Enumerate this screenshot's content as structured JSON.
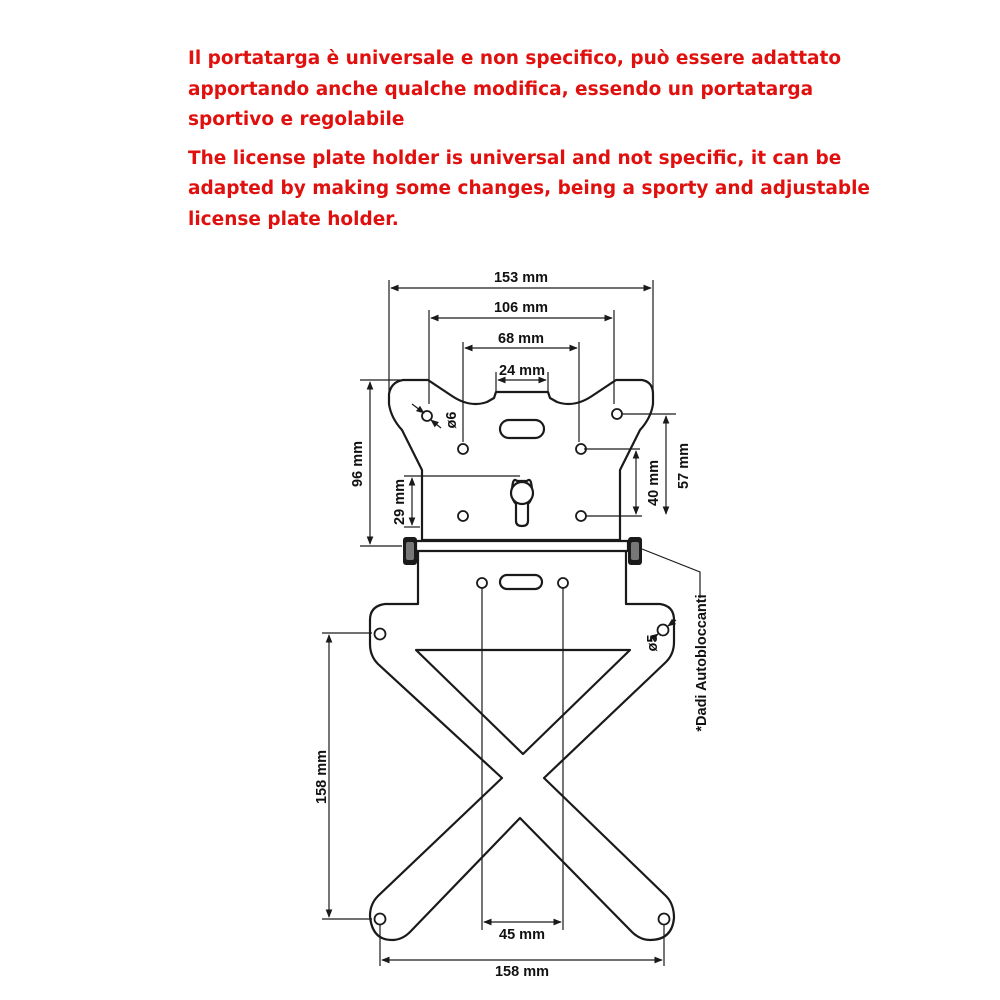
{
  "notes": {
    "italian": "Il portatarga è universale e non specifico, può essere adattato apportando anche qualche modifica, essendo un portatarga sportivo e regolabile",
    "english": "The license plate holder is universal and not specific, it can be adapted by making some changes, being a sporty and adjustable license plate holder."
  },
  "dimensions": {
    "width_153": "153 mm",
    "width_106": "106 mm",
    "width_68": "68 mm",
    "width_24": "24 mm",
    "height_96": "96 mm",
    "height_29": "29 mm",
    "height_40": "40 mm",
    "height_57": "57 mm",
    "hole_6": "ø6",
    "hole_5": "ø5",
    "height_158": "158 mm",
    "width_45": "45 mm",
    "width_158": "158 mm"
  },
  "labels": {
    "nuts": "*Dadi Autobloccanti"
  },
  "colors": {
    "note_text": "#e0100e",
    "drawing": "#1a1a1a"
  }
}
